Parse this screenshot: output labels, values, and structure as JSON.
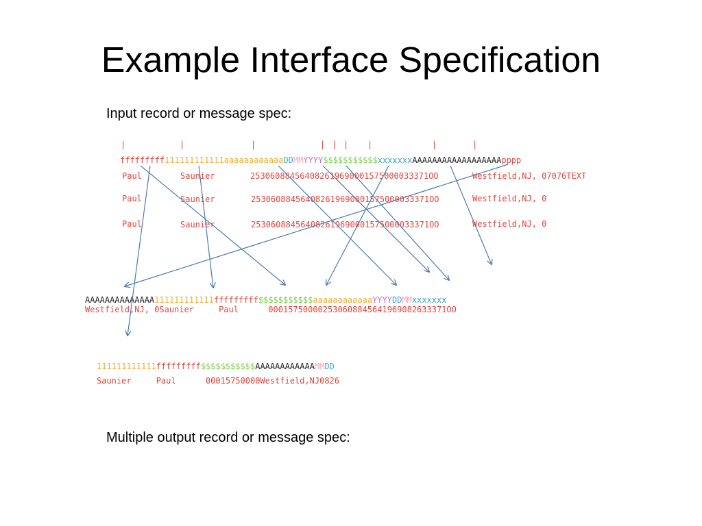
{
  "title": "Example Interface Specification",
  "input_caption": "Input record or message spec:",
  "output_caption": "Multiple output record or message spec:",
  "input": {
    "tick_marks": "|",
    "spec_segments": [
      {
        "text": "fffffffff",
        "cls": "c-f"
      },
      {
        "text": "111111111111",
        "cls": "c-1"
      },
      {
        "text": "aaaaaaaaaaaa",
        "cls": "c-a"
      },
      {
        "text": "DD",
        "cls": "c-D"
      },
      {
        "text": "MM",
        "cls": "c-M"
      },
      {
        "text": "YYYY",
        "cls": "c-Y"
      },
      {
        "text": "$$$$$$$$$$$",
        "cls": "c-dollar"
      },
      {
        "text": "xxxxxxx",
        "cls": "c-x"
      },
      {
        "text": "AAAAAAAAAAAAAAAAAA",
        "cls": "c-A"
      },
      {
        "text": "pppp",
        "cls": "c-p"
      }
    ],
    "rows": [
      {
        "first": "Paul",
        "last": "Saunier",
        "nums": "253060884564082619690001575000033371OO",
        "addr": "Westfield,NJ, 07076TEXT"
      },
      {
        "first": "Paul",
        "last": "Saunier",
        "nums": "253060884564082619690001575000033371OO",
        "addr": "Westfield,NJ, 0"
      },
      {
        "first": "Paul",
        "last": "Saunier",
        "nums": "253060884564082619690001575000033371OO",
        "addr": "Westfield,NJ, 0"
      }
    ]
  },
  "output1": {
    "spec_segments": [
      {
        "text": "AAAAAAAAAAAAAA",
        "cls": "c-A"
      },
      {
        "text": "111111111111",
        "cls": "c-1"
      },
      {
        "text": "fffffffff",
        "cls": "c-f"
      },
      {
        "text": "$$$$$$$$$$$",
        "cls": "c-dollar"
      },
      {
        "text": "aaaaaaaaaaaa",
        "cls": "c-a"
      },
      {
        "text": "YYYY",
        "cls": "c-Y"
      },
      {
        "text": "DD",
        "cls": "c-D"
      },
      {
        "text": "MM",
        "cls": "c-M"
      },
      {
        "text": "xxxxxxx",
        "cls": "c-x"
      }
    ],
    "data": "Westfield,NJ, 0Saunier     Paul      000157500002530608845641969082633371OO"
  },
  "output2": {
    "spec_segments": [
      {
        "text": "111111111111",
        "cls": "c-1"
      },
      {
        "text": "fffffffff",
        "cls": "c-f"
      },
      {
        "text": "$$$$$$$$$$$",
        "cls": "c-dollar"
      },
      {
        "text": "AAAAAAAAAAAA",
        "cls": "c-A"
      },
      {
        "text": "MM",
        "cls": "c-M"
      },
      {
        "text": "DD",
        "cls": "c-D"
      }
    ],
    "data": "Saunier     Paul      00015750000Westfield,NJ0826"
  },
  "colors": {
    "arrow": "#4a7ab0",
    "data_text": "#e0443c"
  }
}
